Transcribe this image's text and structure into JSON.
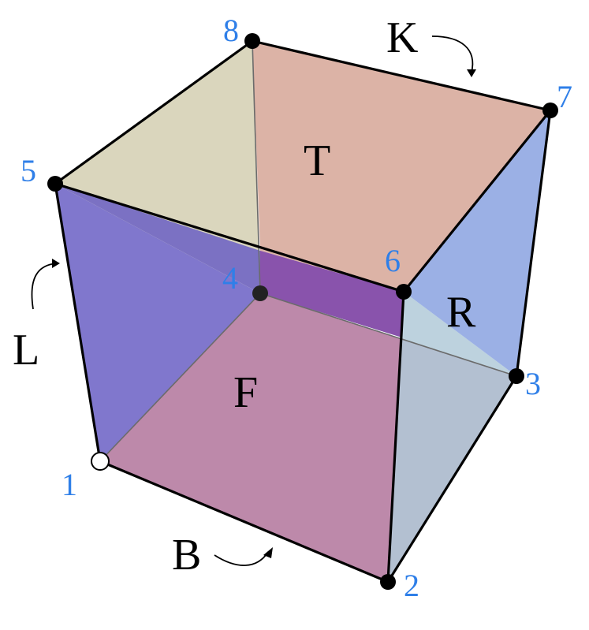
{
  "colors": {
    "vertex_label": "#2f7fe8",
    "face_label": "#000000",
    "face_left": "#6a5fc4",
    "face_back_bottom": "#a7628d",
    "face_right": "#8aa2e0",
    "face_top_left": "#d6d2b6",
    "face_top_right": "#d8ab9c",
    "face_back_right": "#b2cad8",
    "face_left_front_under": "#7a55b0"
  },
  "vertices": [
    {
      "id": "1",
      "label": "1",
      "marker": "open"
    },
    {
      "id": "2",
      "label": "2",
      "marker": "filled"
    },
    {
      "id": "3",
      "label": "3",
      "marker": "filled"
    },
    {
      "id": "4",
      "label": "4",
      "marker": "filled"
    },
    {
      "id": "5",
      "label": "5",
      "marker": "filled"
    },
    {
      "id": "6",
      "label": "6",
      "marker": "filled"
    },
    {
      "id": "7",
      "label": "7",
      "marker": "filled"
    },
    {
      "id": "8",
      "label": "8",
      "marker": "filled"
    }
  ],
  "faces": {
    "T": "T",
    "F": "F",
    "R": "R",
    "L": "L",
    "B": "B",
    "K": "K"
  }
}
